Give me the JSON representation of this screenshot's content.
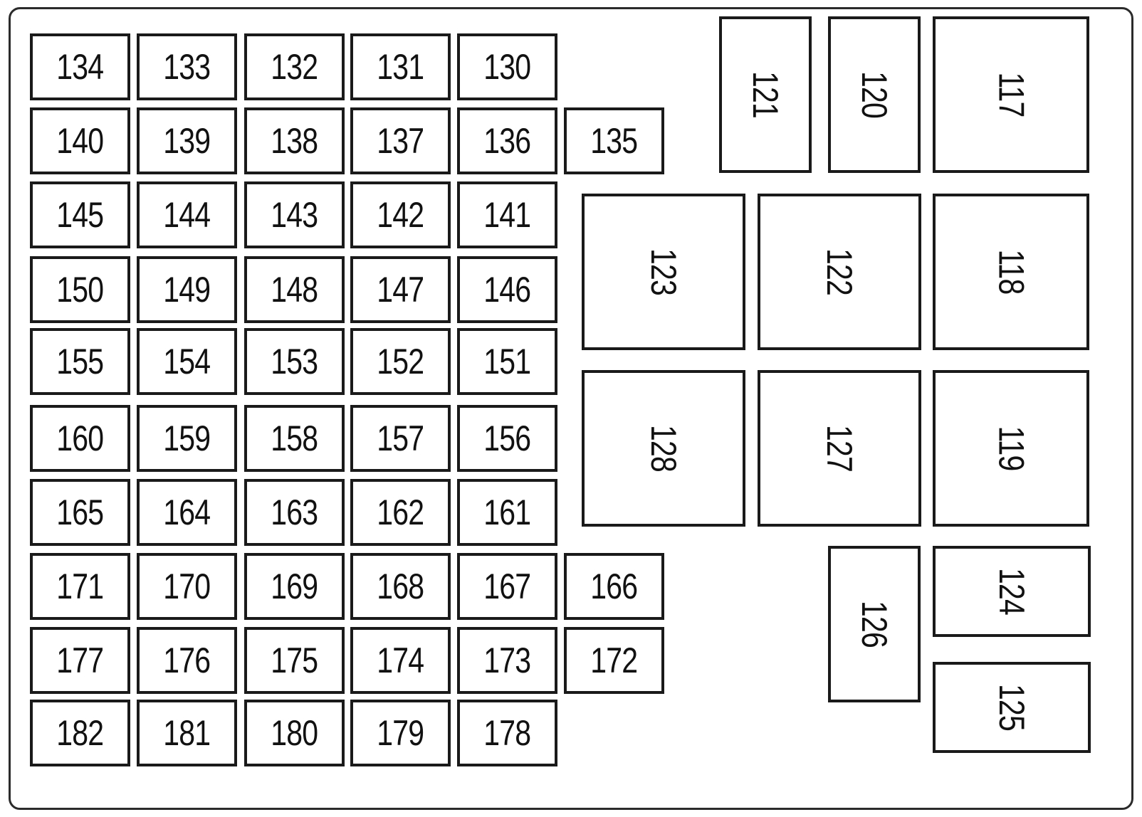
{
  "diagram": {
    "small_fuses": {
      "row_1": [
        "134",
        "133",
        "132",
        "131",
        "130"
      ],
      "row_2": [
        "140",
        "139",
        "138",
        "137",
        "136",
        "135"
      ],
      "row_3": [
        "145",
        "144",
        "143",
        "142",
        "141"
      ],
      "row_4": [
        "150",
        "149",
        "148",
        "147",
        "146"
      ],
      "row_5": [
        "155",
        "154",
        "153",
        "152",
        "151"
      ],
      "row_6": [
        "160",
        "159",
        "158",
        "157",
        "156"
      ],
      "row_7": [
        "165",
        "164",
        "163",
        "162",
        "161"
      ],
      "row_8": [
        "171",
        "170",
        "169",
        "168",
        "167",
        "166"
      ],
      "row_9": [
        "177",
        "176",
        "175",
        "174",
        "173",
        "172"
      ],
      "row_10": [
        "182",
        "181",
        "180",
        "179",
        "178"
      ]
    },
    "large_fuses": {
      "f121": "121",
      "f120": "120",
      "f117": "117",
      "f123": "123",
      "f122": "122",
      "f118": "118",
      "f128": "128",
      "f127": "127",
      "f119": "119",
      "f126": "126",
      "f124": "124",
      "f125": "125"
    }
  }
}
